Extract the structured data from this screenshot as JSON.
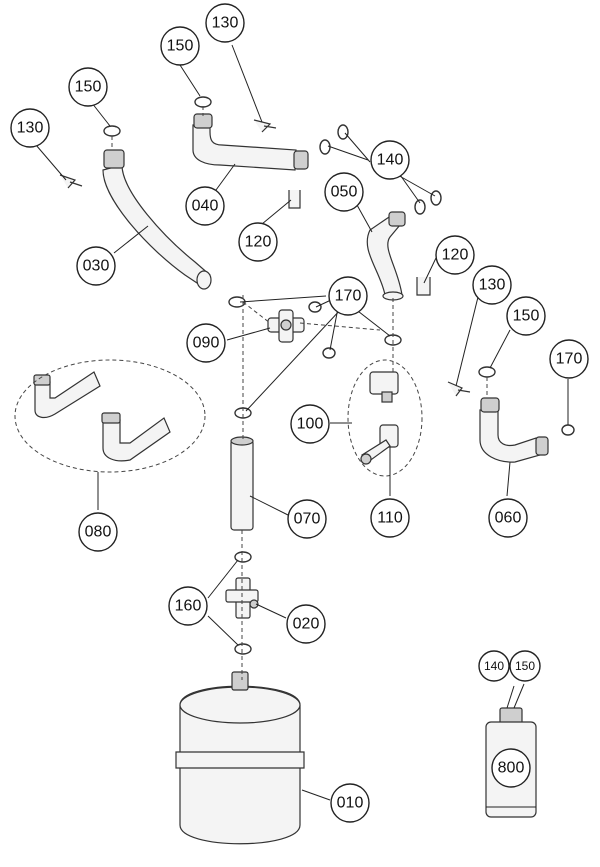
{
  "callouts": [
    {
      "label": "130"
    },
    {
      "label": "150"
    },
    {
      "label": "150"
    },
    {
      "label": "130"
    },
    {
      "label": "140"
    },
    {
      "label": "040"
    },
    {
      "label": "050"
    },
    {
      "label": "120"
    },
    {
      "label": "120"
    },
    {
      "label": "030"
    },
    {
      "label": "170"
    },
    {
      "label": "130"
    },
    {
      "label": "150"
    },
    {
      "label": "170"
    },
    {
      "label": "090"
    },
    {
      "label": "100"
    },
    {
      "label": "080"
    },
    {
      "label": "070"
    },
    {
      "label": "110"
    },
    {
      "label": "060"
    },
    {
      "label": "160"
    },
    {
      "label": "020"
    },
    {
      "label": "140"
    },
    {
      "label": "150"
    },
    {
      "label": "800"
    },
    {
      "label": "010"
    }
  ]
}
